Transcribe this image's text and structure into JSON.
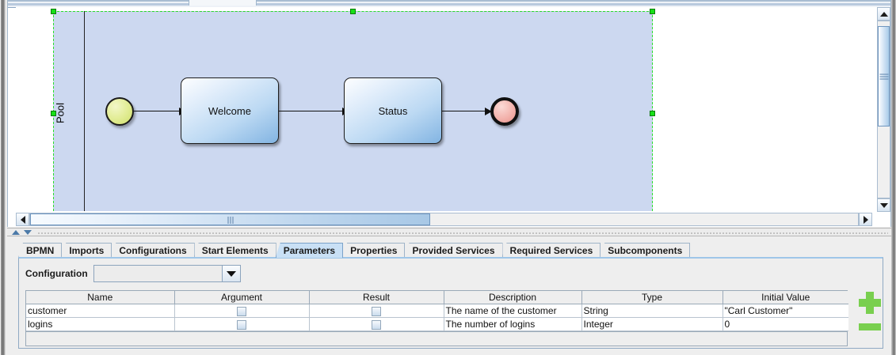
{
  "diagram": {
    "pool_label": "Pool",
    "nodes": [
      {
        "id": "start",
        "type": "start-event",
        "label": ""
      },
      {
        "id": "welcome",
        "type": "task",
        "label": "Welcome"
      },
      {
        "id": "status",
        "type": "task",
        "label": "Status"
      },
      {
        "id": "end",
        "type": "end-event",
        "label": ""
      }
    ],
    "edges": [
      {
        "from": "start",
        "to": "welcome"
      },
      {
        "from": "welcome",
        "to": "status"
      },
      {
        "from": "status",
        "to": "end"
      }
    ],
    "selected": "pool",
    "colors": {
      "pool_fill": "#ccd8f0",
      "selection_handle": "#17e017",
      "start_event_fill": "#dfe98f",
      "end_event_fill": "#f2aaa4",
      "task_fill": "#a9cdee"
    }
  },
  "scrollbars": {
    "vertical_up": "scroll-up-arrow",
    "vertical_down": "scroll-down-arrow",
    "horizontal_left": "scroll-left-arrow",
    "horizontal_right": "scroll-right-arrow"
  },
  "tabs": [
    {
      "label": "BPMN",
      "selected": false
    },
    {
      "label": "Imports",
      "selected": false
    },
    {
      "label": "Configurations",
      "selected": false
    },
    {
      "label": "Start Elements",
      "selected": false
    },
    {
      "label": "Parameters",
      "selected": true
    },
    {
      "label": "Properties",
      "selected": false
    },
    {
      "label": "Provided Services",
      "selected": false
    },
    {
      "label": "Required Services",
      "selected": false
    },
    {
      "label": "Subcomponents",
      "selected": false
    }
  ],
  "parameters_panel": {
    "configuration": {
      "label": "Configuration",
      "value": "",
      "placeholder": ""
    },
    "table": {
      "columns": [
        "Name",
        "Argument",
        "Result",
        "Description",
        "Type",
        "Initial Value"
      ],
      "rows": [
        {
          "name": "customer",
          "argument": false,
          "result": false,
          "description": "The name of the customer",
          "type": "String",
          "initial_value": "\"Carl Customer\""
        },
        {
          "name": "logins",
          "argument": false,
          "result": false,
          "description": "The number of logins",
          "type": "Integer",
          "initial_value": "0"
        }
      ]
    },
    "actions": {
      "add_label": "+",
      "remove_label": "−",
      "accent_color": "#79cf4f"
    }
  }
}
